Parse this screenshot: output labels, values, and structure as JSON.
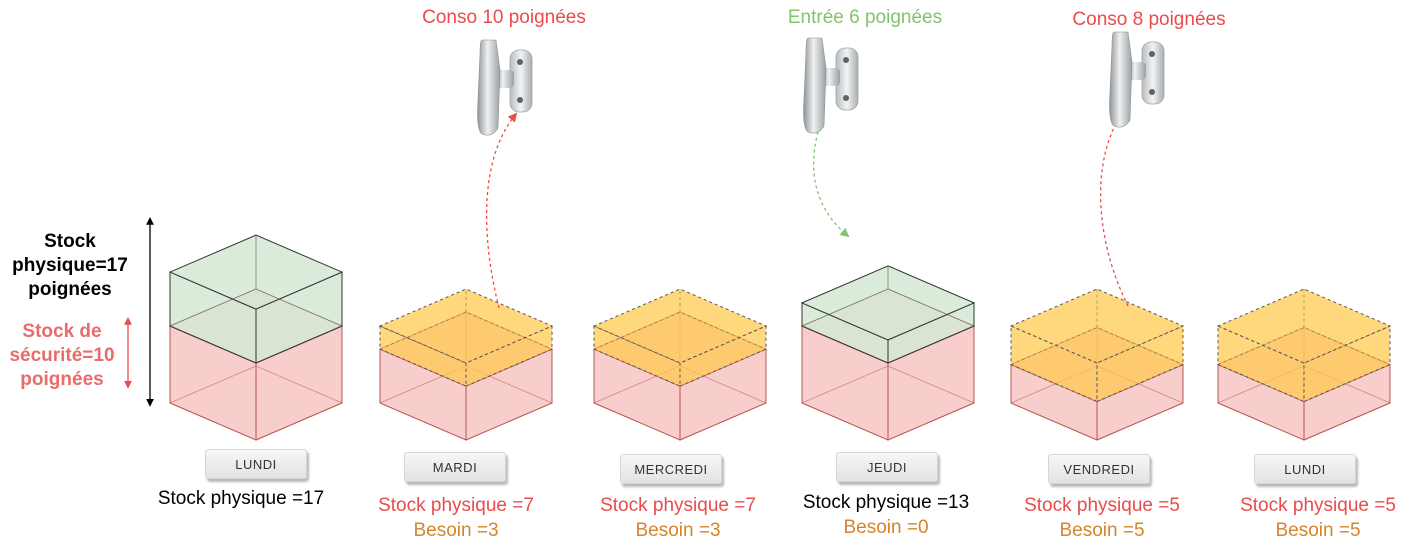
{
  "colors": {
    "safety_fill": "#f8cecc",
    "safety_stroke": "#b85450",
    "physical_fill": "#d5e8d4",
    "physical_stroke": "#333333",
    "need_fill": "#ffc94c",
    "red": "#ea4b4b",
    "green": "#82c46b",
    "orange": "#d4852c",
    "black": "#000000"
  },
  "side_labels": {
    "physical": "Stock physique=17 poignées",
    "physical_lines": [
      "Stock",
      "physique=17",
      "poignées"
    ],
    "safety": "Stock de sécurité=10 poignées",
    "safety_lines": [
      "Stock de",
      "sécurité=10",
      "poignées"
    ]
  },
  "annotations": [
    {
      "text": "Conso 10 poignées",
      "color": "red"
    },
    {
      "text": "Entrée 6 poignées",
      "color": "green"
    },
    {
      "text": "Conso 8 poignées",
      "color": "red"
    }
  ],
  "days": [
    {
      "label": "LUNDI",
      "stock_text": "Stock physique =17",
      "stock_color": "black",
      "need_text": "",
      "need_color": "orange",
      "physical": 17,
      "need": 0
    },
    {
      "label": "MARDI",
      "stock_text": "Stock physique =7",
      "stock_color": "red",
      "need_text": "Besoin =3",
      "need_color": "orange",
      "physical": 7,
      "need": 3
    },
    {
      "label": "MERCREDI",
      "stock_text": "Stock physique =7",
      "stock_color": "red",
      "need_text": "Besoin =3",
      "need_color": "orange",
      "physical": 7,
      "need": 3
    },
    {
      "label": "JEUDI",
      "stock_text": "Stock physique =13",
      "stock_color": "black",
      "need_text": "Besoin =0",
      "need_color": "orange",
      "physical": 13,
      "need": 0
    },
    {
      "label": "VENDREDI",
      "stock_text": "Stock physique =5",
      "stock_color": "red",
      "need_text": "Besoin =5",
      "need_color": "orange",
      "physical": 5,
      "need": 5
    },
    {
      "label": "LUNDI",
      "stock_text": "Stock physique =5",
      "stock_color": "red",
      "need_text": "Besoin =5",
      "need_color": "orange",
      "physical": 5,
      "need": 5
    }
  ]
}
